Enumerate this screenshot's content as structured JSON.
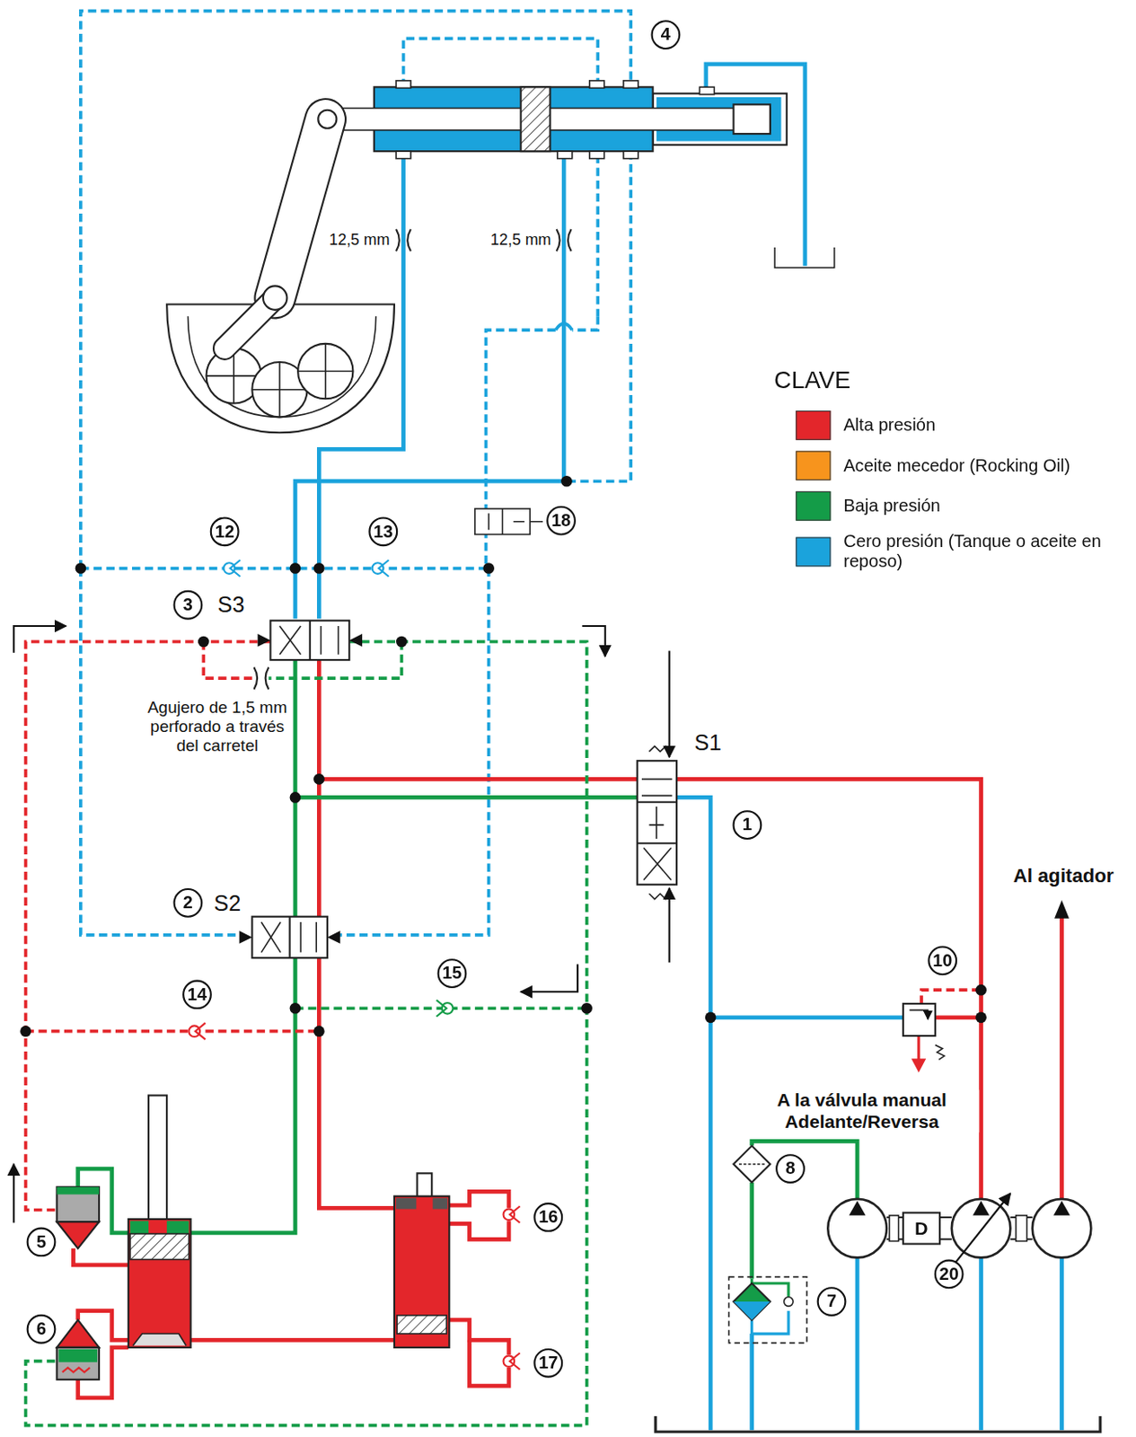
{
  "diagram": {
    "labels": [
      "4",
      "12,5 mm",
      "12,5 mm",
      "12",
      "13",
      "18",
      "3",
      "S3",
      "Agujero de 1,5 mm perforado a través del carretel",
      "S1",
      "1",
      "2",
      "S2",
      "14",
      "15",
      "Al agitador",
      "10",
      "A la válvula manual Adelante/Reversa",
      "8",
      "7",
      "20",
      "5",
      "6",
      "16",
      "17",
      "D",
      "CLAVE"
    ],
    "legend": [
      {
        "text": "Alta presión",
        "color": "#e3262b"
      },
      {
        "text": "Aceite mecedor (Rocking Oil)",
        "color": "#f7941d"
      },
      {
        "text": "Baja presión",
        "color": "#149c48"
      },
      {
        "text": "Cero presión (Tanque o aceite en reposo)",
        "color": "#1ba3dc"
      }
    ]
  }
}
